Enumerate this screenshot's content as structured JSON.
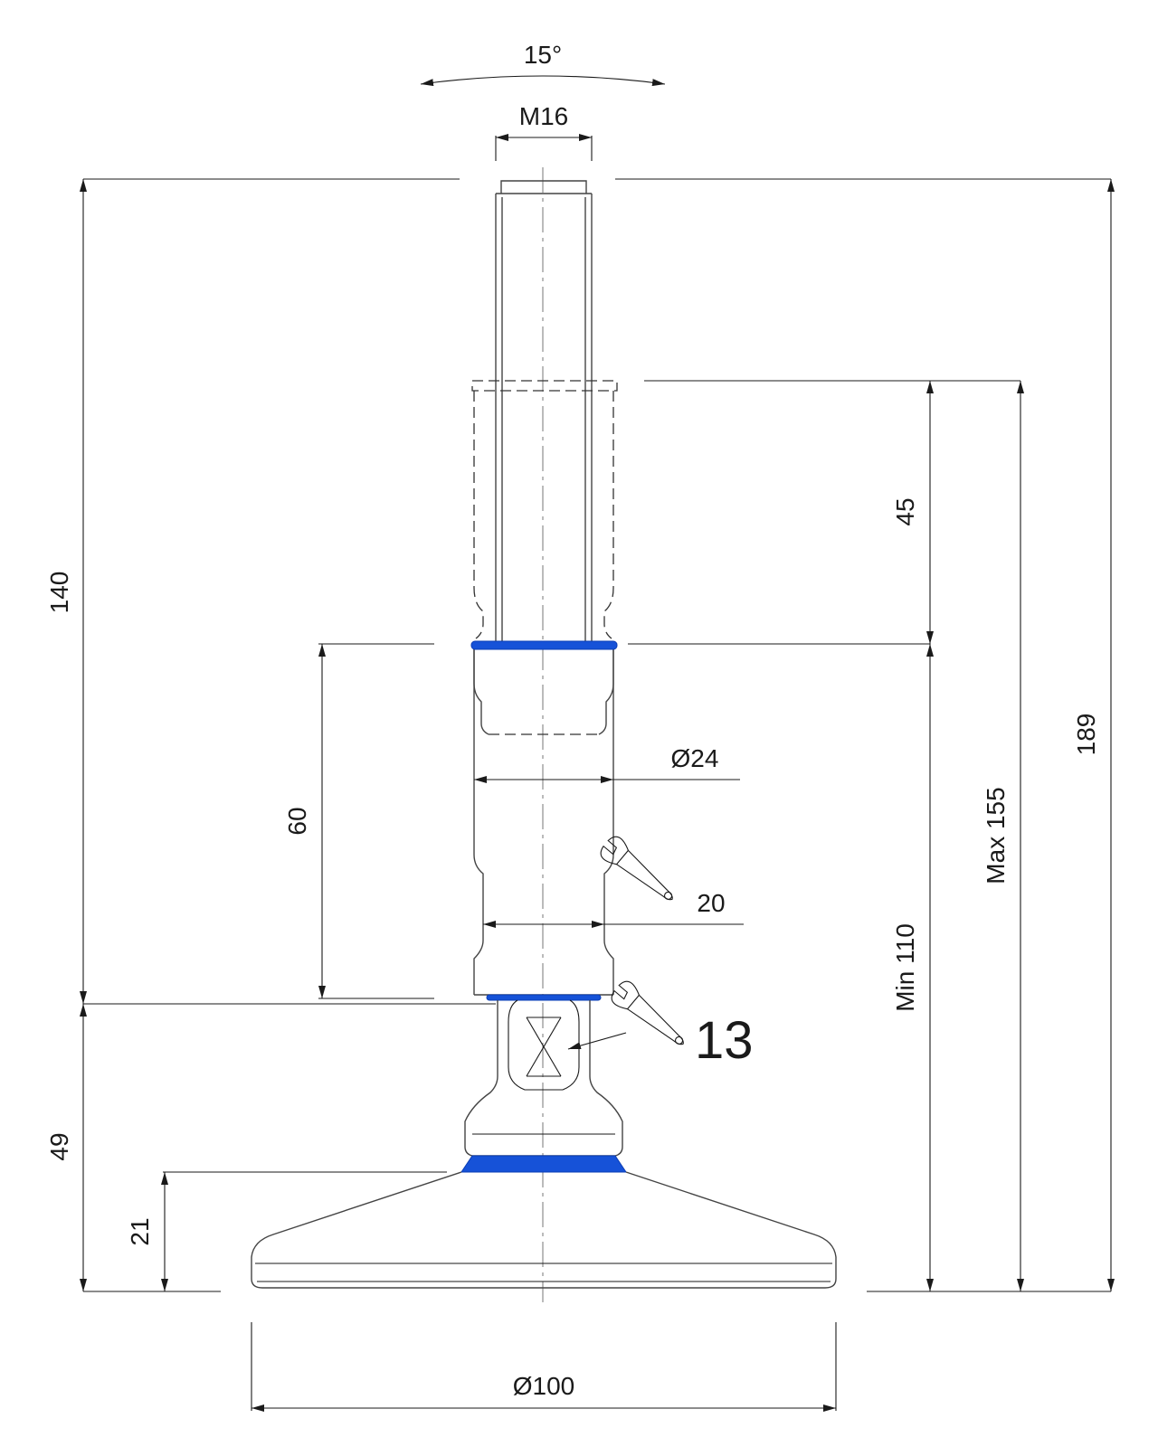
{
  "drawing": {
    "angle_label": "15°",
    "thread_label": "M16",
    "dia_sleeve_label": "Ø24",
    "wrench_sleeve_label": "20",
    "wrench_hex_label": "13",
    "dia_base_label": "Ø100",
    "dim_total_height": "189",
    "dim_max_height": "Max 155",
    "dim_min_height": "Min 110",
    "dim_adjust": "45",
    "dim_sleeve_length": "60",
    "dim_spindle_height": "140",
    "dim_joint_height": "49",
    "dim_base_height": "21",
    "seal_color": "#1652d8"
  }
}
